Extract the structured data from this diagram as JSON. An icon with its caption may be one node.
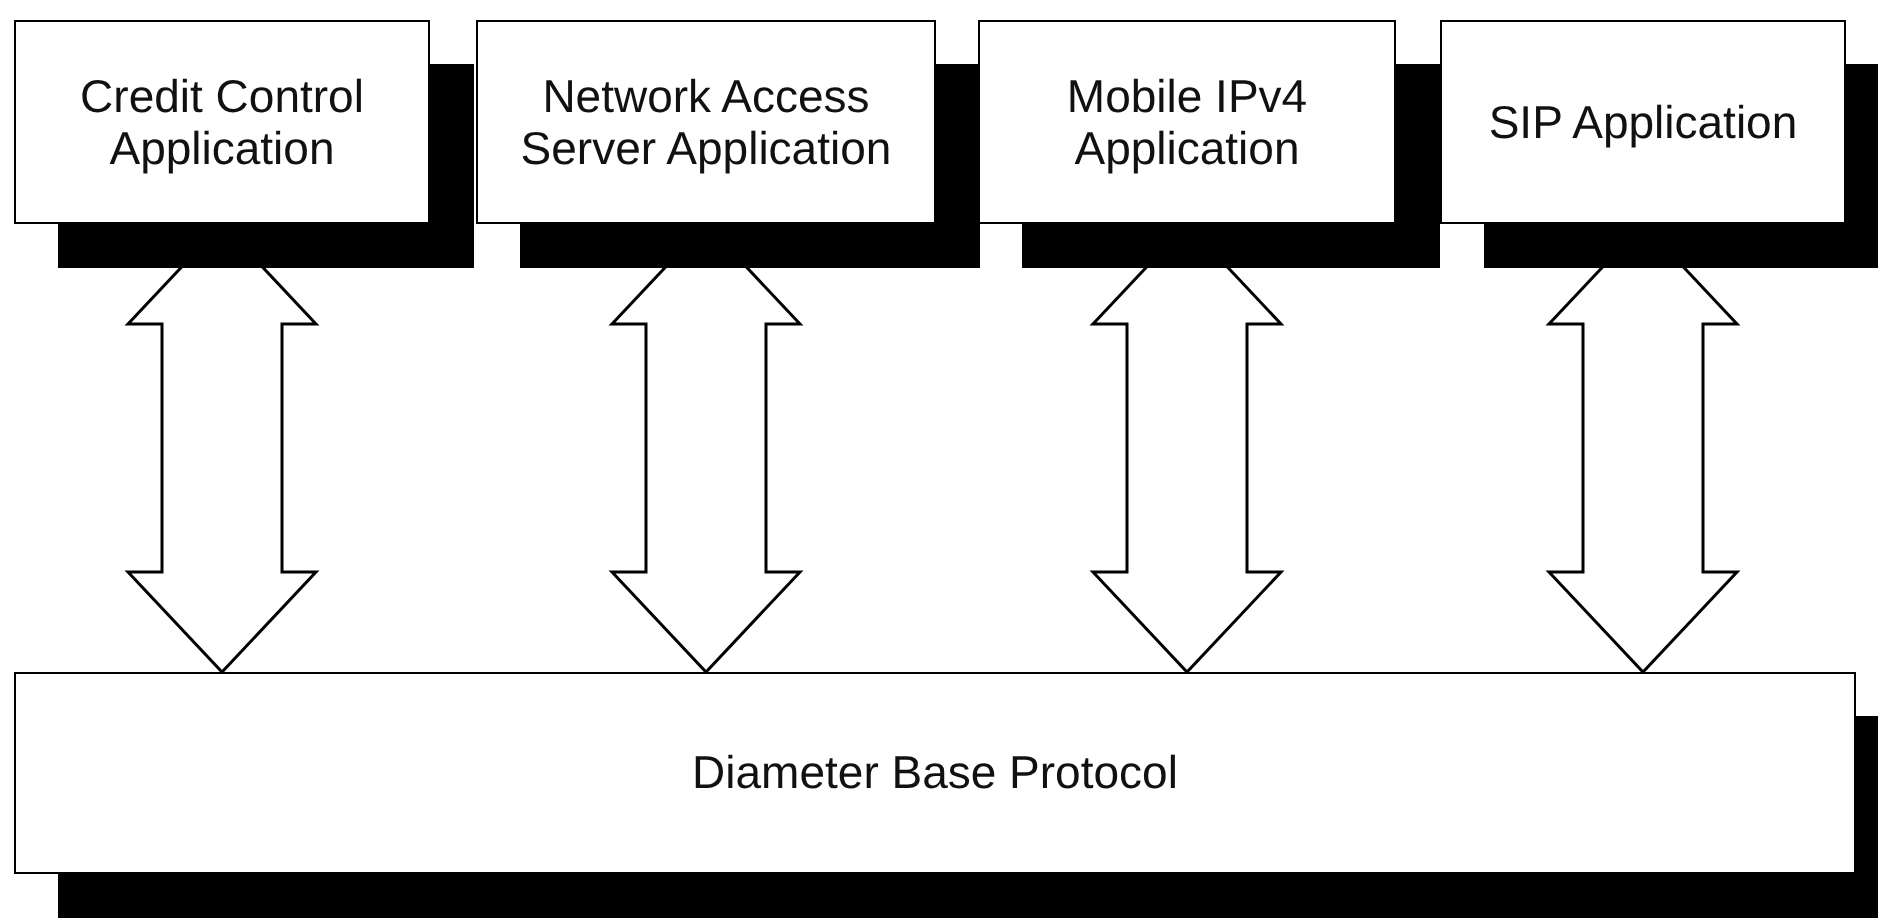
{
  "diagram": {
    "nodes": [
      {
        "text": [
          "Credit Control Application"
        ]
      },
      {
        "text": [
          "Network Access Server Application"
        ]
      },
      {
        "text": [
          "Mobile IPv4 Application"
        ]
      },
      {
        "text": [
          "SIP Application"
        ]
      },
      {
        "text": [
          "Diameter Base Protocol"
        ]
      }
    ],
    "edges": [
      {
        "from": 0,
        "to": 4,
        "arrow": "both"
      },
      {
        "from": 1,
        "to": 4,
        "arrow": "both"
      },
      {
        "from": 2,
        "to": 4,
        "arrow": "both"
      },
      {
        "from": 3,
        "to": 4,
        "arrow": "both"
      }
    ]
  }
}
